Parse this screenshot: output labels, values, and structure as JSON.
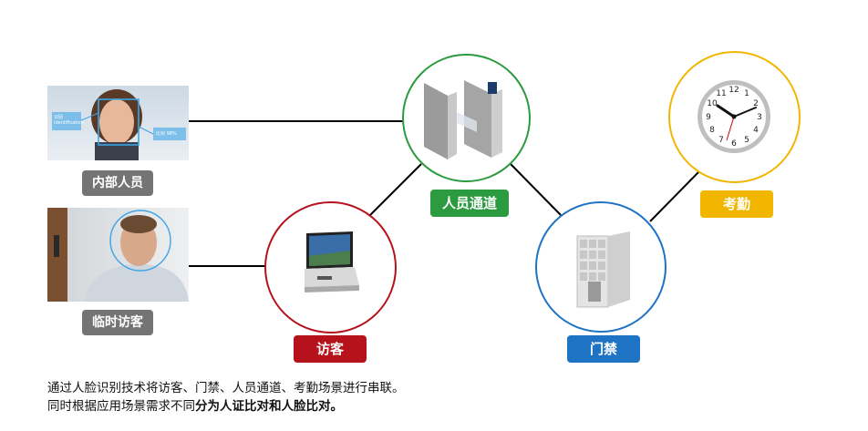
{
  "sources": [
    {
      "label": "内部人员"
    },
    {
      "label": "临时访客"
    }
  ],
  "nodes": {
    "visitor": {
      "label": "访客",
      "color": "#b5121b"
    },
    "passage": {
      "label": "人员通道",
      "color": "#2c9a3f"
    },
    "door": {
      "label": "门禁",
      "color": "#1f73c4"
    },
    "attendance": {
      "label": "考勤",
      "color": "#f2b600"
    }
  },
  "overlay_tags": [
    "识别",
    "Identification",
    "比对 98%"
  ],
  "caption": {
    "line1": "通过人脸识别技术将访客、门禁、人员通道、考勤场景进行串联。",
    "line2_normal": "同时根据应用场景需求不同",
    "line2_bold": "分为人证比对和人脸比对。"
  }
}
